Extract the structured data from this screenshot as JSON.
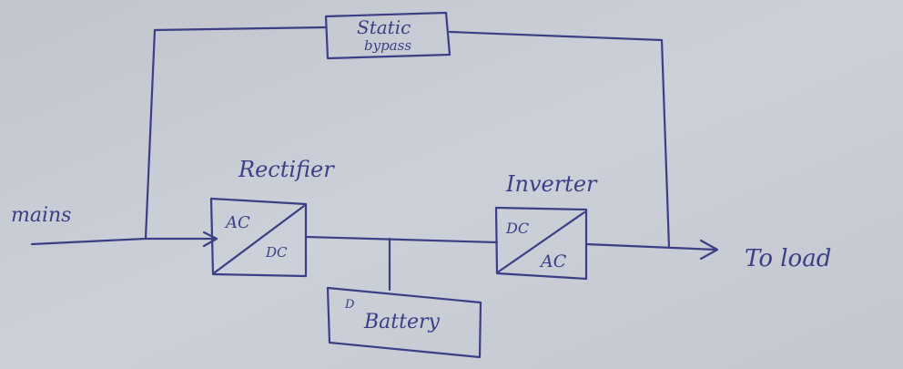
{
  "labels": {
    "mains": "mains",
    "rectifier": "Rectifier",
    "inverter": "Inverter",
    "static_bypass_line1": "Static",
    "static_bypass_line2": "bypass",
    "battery": "Battery",
    "to_load": "To load"
  },
  "rectifier_box": {
    "input": "AC",
    "output": "DC"
  },
  "inverter_box": {
    "input": "DC",
    "output": "AC"
  },
  "colors": {
    "paper": "#c9ccd3",
    "ink": "#3b3f86"
  }
}
